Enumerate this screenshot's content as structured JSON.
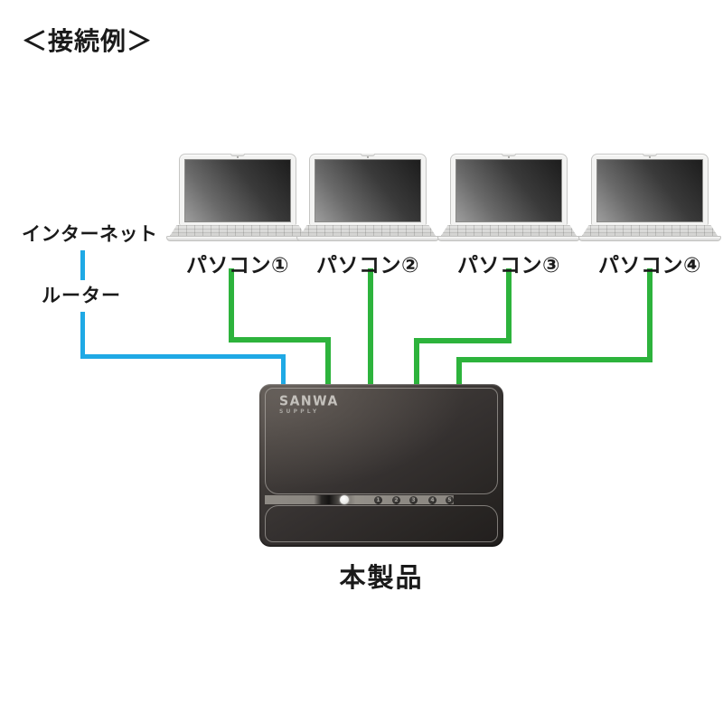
{
  "title": "＜接続例＞",
  "left_labels": {
    "internet": "インターネット",
    "router": "ルーター"
  },
  "computers": [
    {
      "label": "パソコン①"
    },
    {
      "label": "パソコン②"
    },
    {
      "label": "パソコン③"
    },
    {
      "label": "パソコン④"
    }
  ],
  "device": {
    "brand": "SANWA",
    "brand_sub": "SUPPLY",
    "label": "本製品",
    "leds": [
      "1",
      "2",
      "3",
      "4",
      "5"
    ]
  },
  "colors": {
    "internet_line": "#1fa9e5",
    "lan_line": "#2db33c",
    "text_color": "#1a1a1a"
  }
}
